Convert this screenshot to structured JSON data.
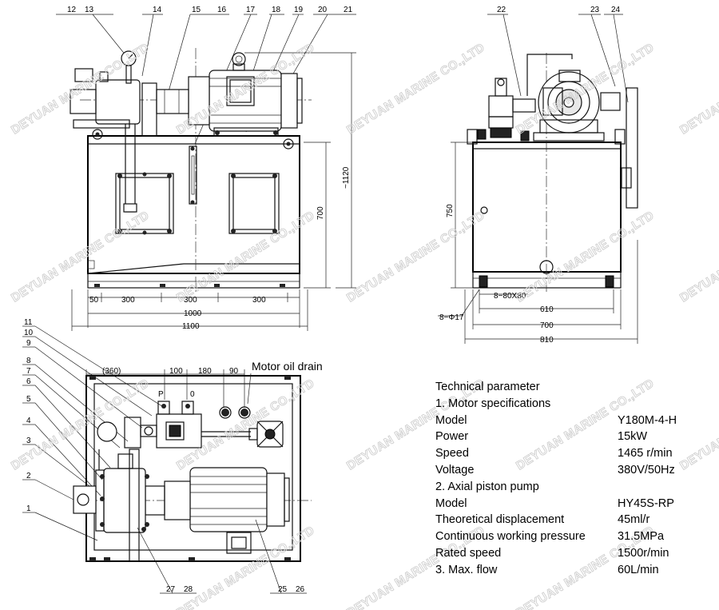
{
  "watermark": "DEYUAN MARINE CO.,LTD",
  "drain_label": "Motor oil drain",
  "callouts": {
    "top_left": [
      "12",
      "13",
      "14",
      "15",
      "16",
      "17",
      "18",
      "19",
      "20",
      "21"
    ],
    "top_right": [
      "22",
      "23",
      "24"
    ],
    "plan_left": [
      "11",
      "10",
      "9",
      "8",
      "7",
      "6",
      "5",
      "4",
      "3",
      "2",
      "1"
    ],
    "plan_bottom": [
      "27",
      "28",
      "25",
      "26"
    ]
  },
  "dims": {
    "front_parts": [
      "50",
      "300",
      "300",
      "300"
    ],
    "front_1000": "1000",
    "front_1100": "1100",
    "front_700": "700",
    "front_1120": "~1120",
    "side_750": "750",
    "side_holes": "8−80X80",
    "side_bolts": "8−Φ17",
    "side_610": "610",
    "side_700": "700",
    "side_810": "810",
    "plan_360": "(360)",
    "plan_100": "100",
    "plan_180": "180",
    "plan_90": "90",
    "port_p": "P",
    "port_o": "0"
  },
  "tech": {
    "title": "Technical parameter",
    "motor_heading": "1. Motor specifications",
    "motor": [
      {
        "k": "Model",
        "v": "Y180M-4-H"
      },
      {
        "k": "Power",
        "v": "15kW"
      },
      {
        "k": "Speed",
        "v": "1465 r/min"
      },
      {
        "k": "Voltage",
        "v": "380V/50Hz"
      }
    ],
    "pump_heading": "2. Axial piston pump",
    "pump": [
      {
        "k": "Model",
        "v": " HY45S-RP"
      },
      {
        "k": "Theoretical displacement",
        "v": " 45ml/r"
      },
      {
        "k": "Continuous working pressure",
        "v": " 31.5MPa"
      },
      {
        "k": "Rated speed",
        "v": " 1500r/min"
      },
      {
        "k": "3. Max. flow",
        "v": " 60L/min"
      }
    ]
  }
}
